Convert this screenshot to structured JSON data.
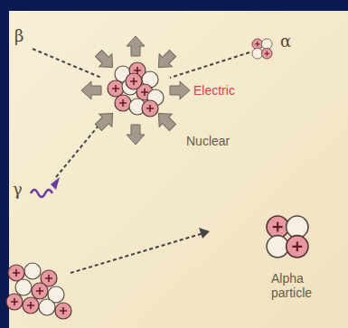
{
  "diagram": {
    "labels": [
      "β",
      "α",
      "Electric",
      "Nuclear",
      "γ",
      "Alpha particle"
    ]
  }
}
